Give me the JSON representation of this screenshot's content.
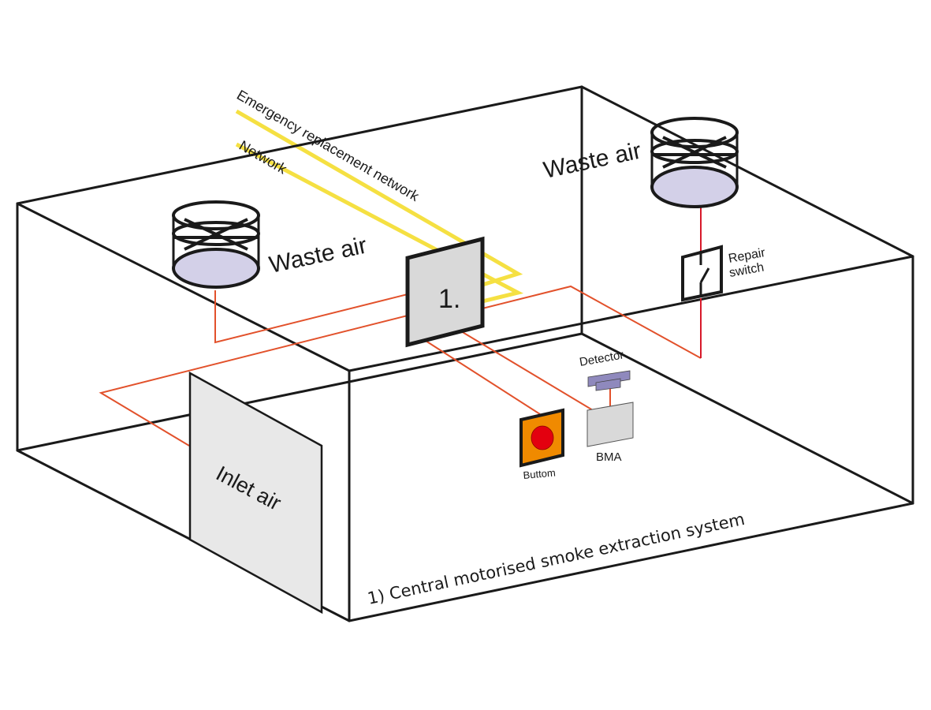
{
  "diagram": {
    "caption": "1) Central motorised smoke extraction system",
    "colors": {
      "edge": "#1a1a1a",
      "wire": "#e2512b",
      "wire_red": "#d7192a",
      "network": "#f5e042",
      "fan_disc": "#d3d0e8",
      "panel": "#e8e8e8",
      "controller": "#d9d9d9",
      "button_body": "#f08a00",
      "button_core": "#e3000f",
      "detector": "#8f89bd",
      "bma": "#d9d9d9"
    },
    "labels": {
      "emergency_network": "Emergency replacement network",
      "network": "Network",
      "waste_air_left": "Waste air",
      "waste_air_right": "Waste air",
      "controller": "1.",
      "repair_switch_line1": "Repair",
      "repair_switch_line2": "switch",
      "detector": "Detector",
      "bma": "BMA",
      "button": "Buttom",
      "inlet_air": "Inlet air"
    }
  }
}
